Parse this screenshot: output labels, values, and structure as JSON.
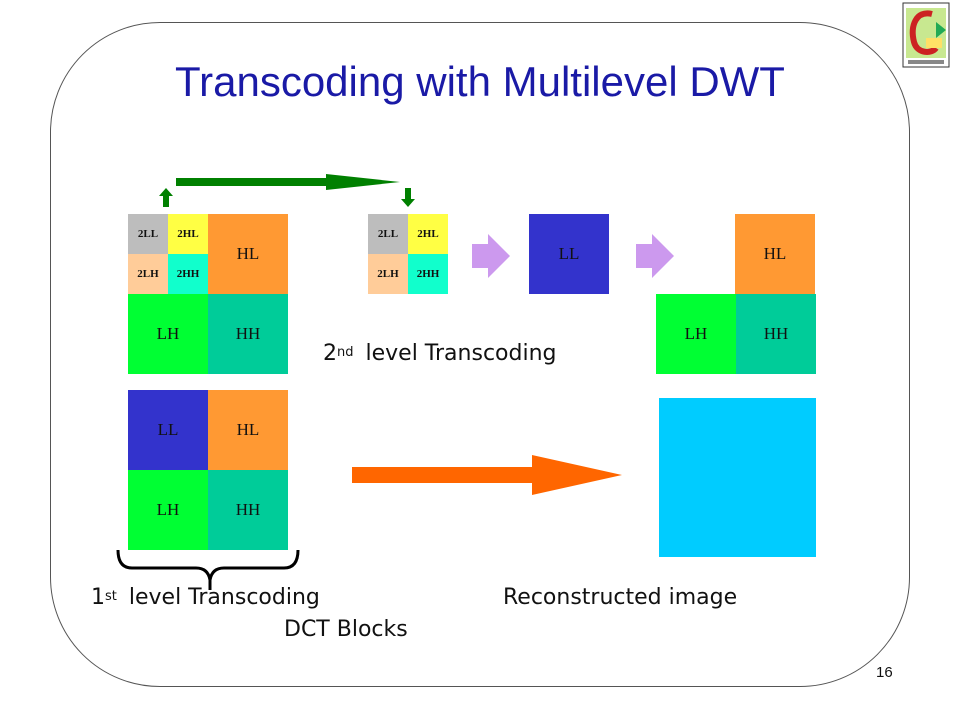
{
  "slide": {
    "title": "Transcoding with Multilevel DWT",
    "page_number": "16"
  },
  "colors": {
    "title_blue": "#1a1aa6",
    "ll_blue": "#3333cc",
    "hl_orange": "#ff9933",
    "lh_green": "#00ff33",
    "hh_teal": "#00cc99",
    "ll2_gray": "#bdbdbd",
    "hl2_yellow": "#ffff44",
    "lh2_peach": "#ffcc99",
    "hh2_cyan": "#11ffcc",
    "reconstructed_cyan": "#00ccff",
    "arrow_green": "#008000",
    "arrow_orange": "#ff6600",
    "arrow_violet": "#cc99ee"
  },
  "blocks": {
    "left_top": {
      "ll2": "2LL",
      "hl2": "2HL",
      "lh2": "2LH",
      "hh2": "2HH",
      "hl": "HL",
      "lh": "LH",
      "hh": "HH"
    },
    "middle": {
      "ll2": "2LL",
      "hl2": "2HL",
      "lh2": "2LH",
      "hh2": "2HH"
    },
    "ll_block": {
      "ll": "LL"
    },
    "right_top": {
      "hl": "HL",
      "lh": "LH",
      "hh": "HH"
    },
    "left_bottom": {
      "ll": "LL",
      "hl": "HL",
      "lh": "LH",
      "hh": "HH"
    }
  },
  "labels": {
    "second_level_num": "2",
    "second_level_sup": "nd",
    "second_level_text": "level Transcoding",
    "first_level_num": "1",
    "first_level_sup": "st",
    "first_level_text": "level Transcoding",
    "dct_blocks": "DCT Blocks",
    "reconstructed": "Reconstructed image"
  },
  "icons": {
    "logo": "c-lab-logo-icon",
    "up_arrow": "green-up-arrow-icon",
    "down_arrow": "green-down-arrow-icon",
    "long_arrow": "green-long-arrow-icon",
    "block_arrow": "violet-block-arrow-icon",
    "big_arrow": "orange-big-arrow-icon",
    "brace": "curly-brace-icon"
  }
}
